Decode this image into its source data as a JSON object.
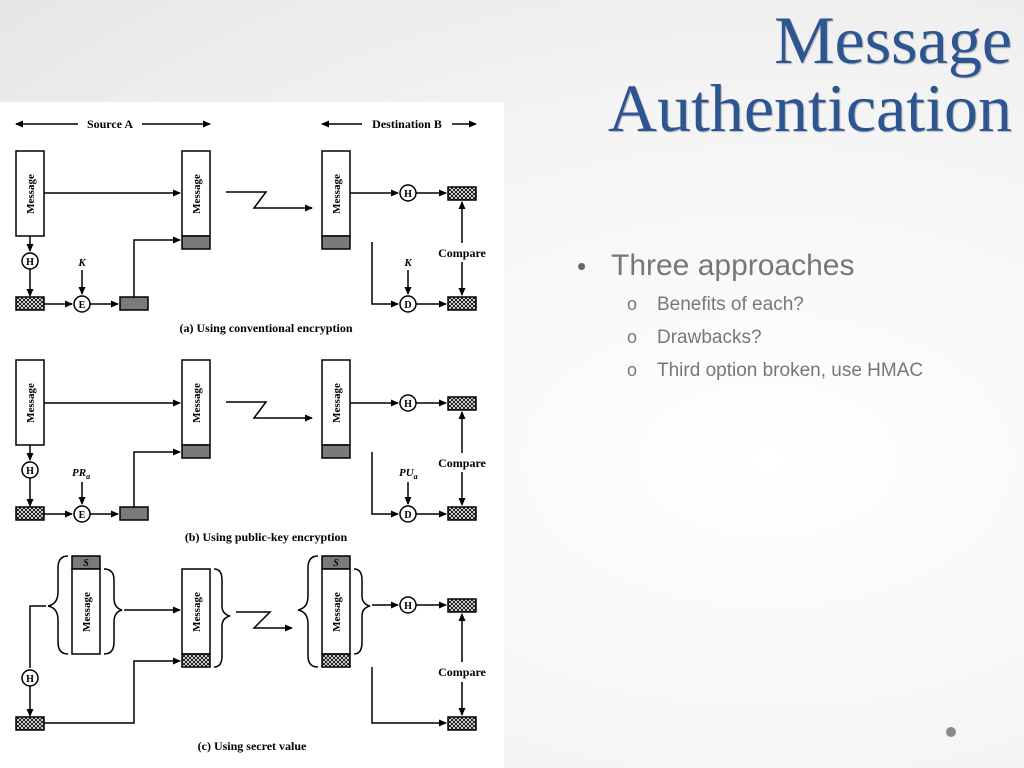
{
  "slide": {
    "title_line1": "Message",
    "title_line2": "Authentication",
    "accent_color": "#2d5592"
  },
  "figure": {
    "source_label": "Source A",
    "destination_label": "Destination B",
    "message_label": "Message",
    "hash_label": "H",
    "encrypt_label": "E",
    "decrypt_label": "D",
    "compare_label": "Compare",
    "secret_label": "S",
    "key_label": "K",
    "private_key_label": "PR",
    "public_key_label": "PU",
    "key_subscript": "a",
    "caption_a": "(a) Using conventional encryption",
    "caption_b": "(b) Using public-key encryption",
    "caption_c": "(c) Using secret value"
  },
  "bullets": {
    "main": "Three approaches",
    "sub": [
      "Benefits of each?",
      "Drawbacks?",
      "Third option broken, use HMAC"
    ]
  }
}
